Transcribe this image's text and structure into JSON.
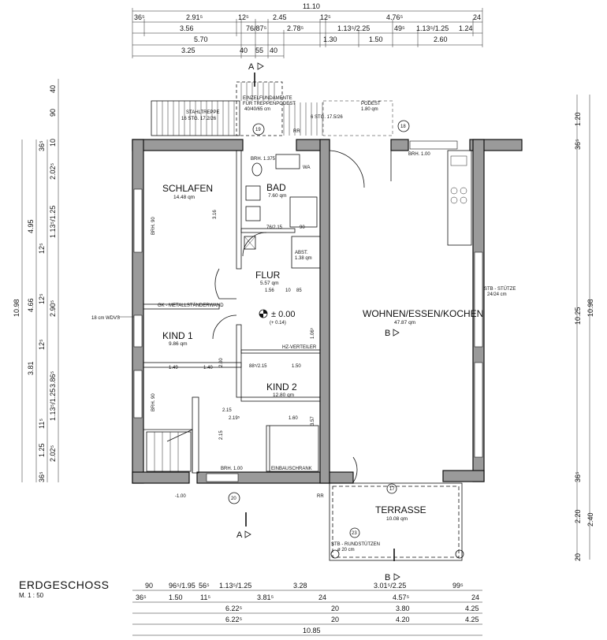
{
  "plan": {
    "title": "ERDGESCHOSS",
    "scale": "M. 1 : 50",
    "level": "± 0.00",
    "level_sub": "(+ 0.14)",
    "outside_level": "-1.00",
    "wall_note": "18 cm WDVS"
  },
  "rooms": [
    {
      "name": "SCHLAFEN",
      "area": "14.48 qm"
    },
    {
      "name": "BAD",
      "area": "7.60 qm"
    },
    {
      "name": "FLUR",
      "area": "5.57 qm"
    },
    {
      "name": "ABST.",
      "area": "1.38 qm"
    },
    {
      "name": "KIND 1",
      "area": "9.86 qm"
    },
    {
      "name": "KIND 2",
      "area": "12.80 qm"
    },
    {
      "name": "WOHNEN/ESSEN/KOCHEN",
      "area": "47.87 qm"
    },
    {
      "name": "TERRASSE",
      "area": "10.08 qm"
    }
  ],
  "annotations": {
    "brh_bad": "BRH. 1.375",
    "brh_kitchen": "BRH. 1.00",
    "brh_bottom": "BRH. 1.00",
    "brh_90_a": "BRH. 90",
    "brh_90_b": "BRH. 90",
    "partition": "GK - METALLSTÄNDERWAND",
    "einbauschrank": "EINBAUSCHRANK",
    "stahltreppe": "STAHLTREPPE",
    "treppe_steps": "16 STG. 17.2/26",
    "einzelfundamente_1": "EINZELFUNDAMENTE",
    "einzelfundamente_2": "FÜR TREPPENPODEST",
    "einzelfundamente_3": "40/40/65 cm",
    "steps_small": "6 STG. 17.5/26",
    "podest": "PODEST",
    "podest_dim": "1.80 qm",
    "stb_stuetze": "STB - STÜTZE",
    "stb_stuetze_dim": "24/24 cm",
    "stb_rundstuetzen": "STB - RUNDSTÜTZEN",
    "rundstuetzen_dim": "ø 20 cm",
    "hz_verteiler": "HZ-VERTEILER",
    "wa": "WA",
    "rr_1": "RR",
    "rr_2": "RR",
    "circle_19": "19",
    "circle_18": "18",
    "circle_20": "20",
    "circle_17": "17",
    "circle_23": "23",
    "section_a_top": "A",
    "section_a_bottom": "A",
    "section_b_mid": "B",
    "section_b_bottom": "B"
  },
  "dims_top": {
    "row1": [
      "11.10"
    ],
    "row2": [
      "36⁵",
      "2.91⁵",
      "12⁵",
      "2.45",
      "12⁵",
      "4.76⁵",
      "24"
    ],
    "row3": [
      "3.56",
      "76/87⁵",
      "2.78⁵",
      "1.13⁵/2.25",
      "49⁵",
      "1.13⁵/1.25",
      "1.24"
    ],
    "row4": [
      "5.70",
      "1.30",
      "1.50",
      "2.60"
    ],
    "row5": [
      "3.25",
      "40",
      "55",
      "40"
    ]
  },
  "dims_bottom": {
    "row1": [
      "90",
      "96⁵/1.95",
      "56⁵",
      "1.13⁵/1.25",
      "3.28",
      "3.01⁵/2.25",
      "99⁵"
    ],
    "row2": [
      "36⁵",
      "1.50",
      "11⁵",
      "3.81⁵",
      "24",
      "4.57⁵",
      "24"
    ],
    "row3": [
      "6.22⁵",
      "20",
      "3.80",
      "4.25"
    ],
    "row4": [
      "6.22⁵",
      "20",
      "4.20",
      "4.25"
    ],
    "row5": [
      "10.85"
    ]
  },
  "dims_left": {
    "outer": [
      "10.98"
    ],
    "mid": [
      "4.95",
      "4.66",
      "3.81"
    ],
    "inner": [
      "36⁵",
      "12⁵",
      "12⁵",
      "12⁵",
      "11⁵",
      "1.25",
      "36⁵"
    ],
    "innermost": [
      "10",
      "90",
      "40",
      "2.02⁵",
      "1.13⁵/1.25",
      "2.90⁵",
      "1.13⁵/1.25",
      "3.86⁵",
      "2.02⁵"
    ]
  },
  "dims_right": {
    "outer": [
      "10.98"
    ],
    "mid": [
      "10.25",
      "2.40"
    ],
    "inner": [
      "1.20",
      "36⁵",
      "36⁵",
      "2.20",
      "20"
    ]
  },
  "dims_inner": [
    "3.16",
    "1.06⁵",
    "3.57",
    "2.00",
    "2.15",
    "1.49",
    "1.40",
    "88⁵/2.15",
    "1.50",
    "2.15",
    "2.19⁵",
    "1.60",
    "1.56",
    "10",
    "85",
    "76/2.15",
    "90"
  ]
}
